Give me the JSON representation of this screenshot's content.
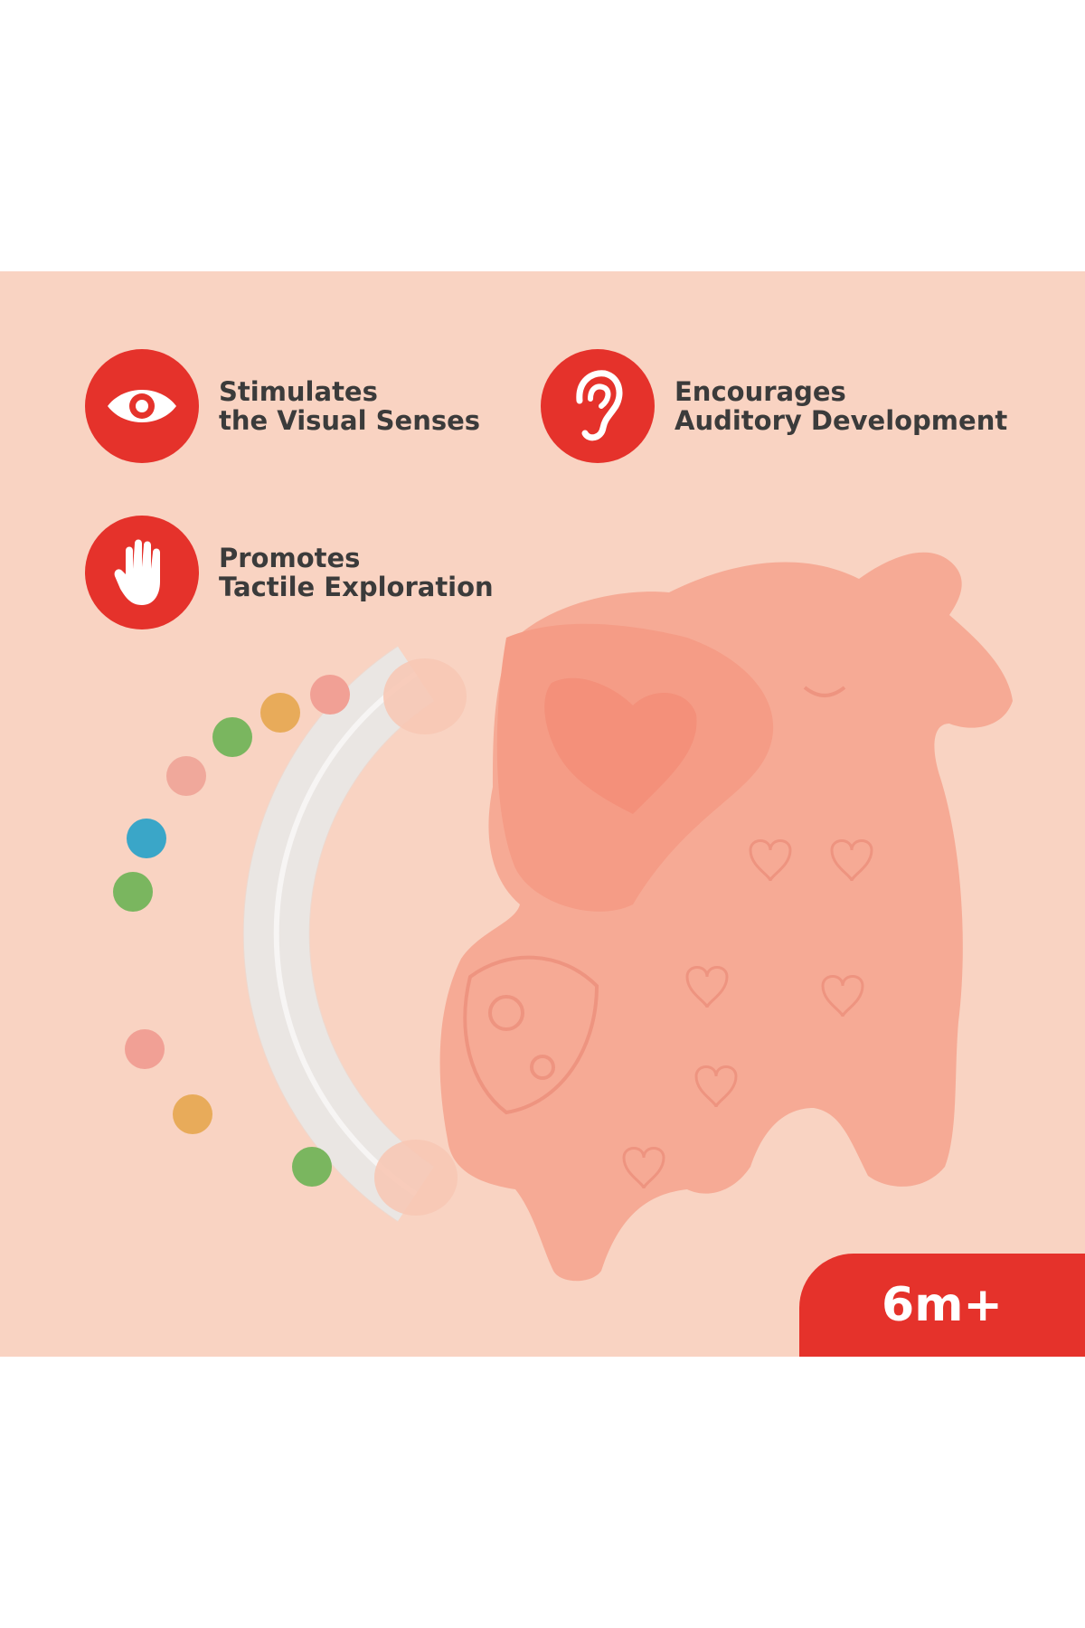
{
  "features": [
    {
      "icon": "eye-icon",
      "line1": "Stimulates",
      "line2": "the Visual Senses"
    },
    {
      "icon": "ear-icon",
      "line1": "Encourages",
      "line2": "Auditory Development"
    },
    {
      "icon": "hand-icon",
      "line1": "Promotes",
      "line2": "Tactile Exploration"
    }
  ],
  "badge": {
    "label": "6m+"
  },
  "colors": {
    "accent": "#e5322b",
    "background": "#f9d3c2",
    "product": "#f4a48f",
    "text": "#3b3b3b"
  }
}
